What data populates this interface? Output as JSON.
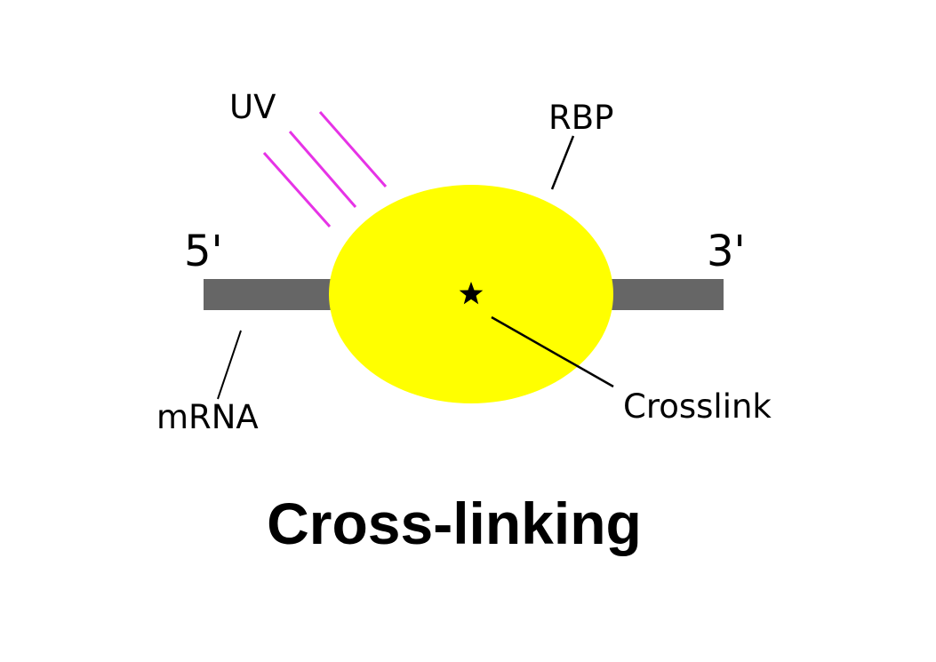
{
  "diagram": {
    "title": "Cross-linking",
    "labels": {
      "uv": "UV",
      "rbp": "RBP",
      "five_prime": "5'",
      "three_prime": "3'",
      "mrna": "mRNA",
      "crosslink": "Crosslink"
    },
    "colors": {
      "uv_rays": "#e633e6",
      "rbp": "#ffff00",
      "mrna": "#666666",
      "crosslink_marker": "#000000",
      "pointer_lines": "#000000"
    },
    "icons": {
      "crosslink_marker": "star-icon"
    }
  }
}
